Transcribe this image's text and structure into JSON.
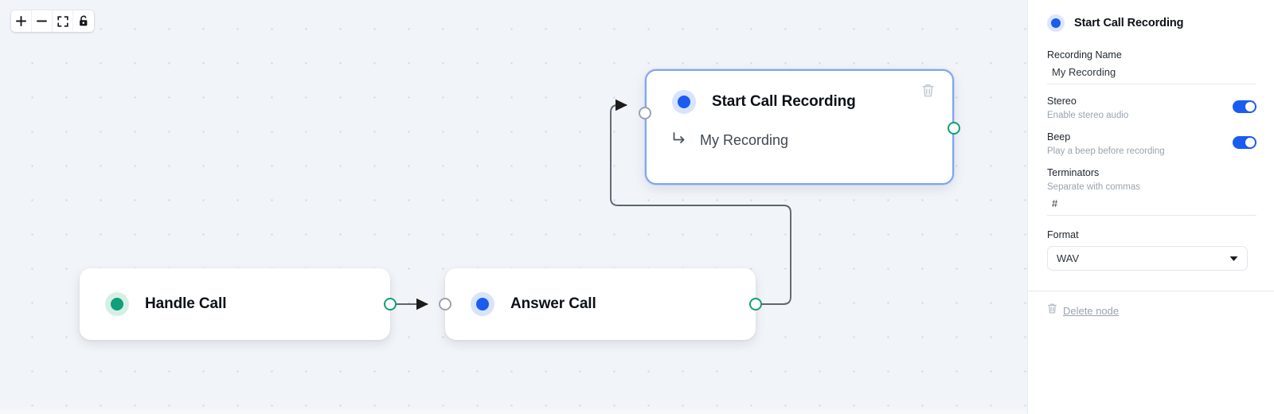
{
  "toolbar": {
    "buttons": [
      {
        "name": "zoom-in-icon",
        "label": "+"
      },
      {
        "name": "zoom-out-icon",
        "label": "−"
      },
      {
        "name": "fit-view-icon",
        "label": "fit view"
      },
      {
        "name": "lock-icon",
        "label": "lock"
      }
    ]
  },
  "canvas": {
    "nodes": [
      {
        "id": "handle-call",
        "title": "Handle Call",
        "accent": "#109f78",
        "selected": false,
        "subtitle": null
      },
      {
        "id": "answer-call",
        "title": "Answer Call",
        "accent": "#1a5cf0",
        "selected": false,
        "subtitle": null
      },
      {
        "id": "start-call-recording",
        "title": "Start Call Recording",
        "accent": "#1a5cf0",
        "selected": true,
        "subtitle": "My Recording"
      }
    ]
  },
  "panel": {
    "title": "Start Call Recording",
    "accent": "#1a5cf0",
    "recording_name": {
      "label": "Recording Name",
      "value": "My Recording"
    },
    "stereo": {
      "label": "Stereo",
      "description": "Enable stereo audio",
      "enabled": "on"
    },
    "beep": {
      "label": "Beep",
      "description": "Play a beep before recording",
      "enabled": "on"
    },
    "terminators": {
      "label": "Terminators",
      "description": "Separate with commas",
      "value": "#"
    },
    "format": {
      "label": "Format",
      "value": "WAV"
    },
    "delete_node": {
      "label": "Delete node",
      "icon": "trash-icon"
    }
  }
}
